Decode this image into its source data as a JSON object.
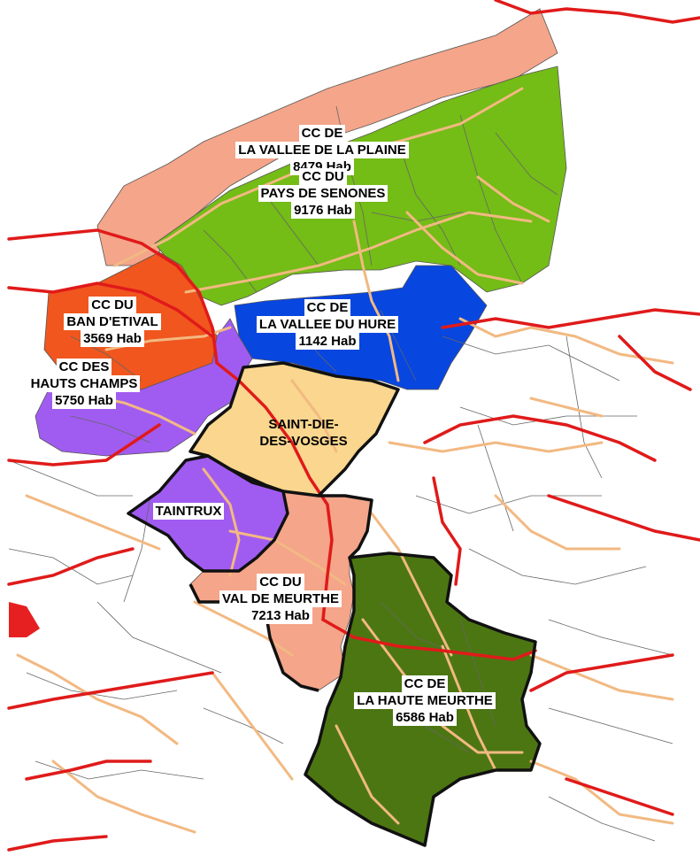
{
  "colors": {
    "plaine": "#f4a58a",
    "senones": "#74bc16",
    "etival": "#f0561e",
    "hure": "#0846e0",
    "hauts_champs": "#a05cf0",
    "saint_die": "#fad68e",
    "taintrux": "#a05cf0",
    "val_meurthe": "#f4a58a",
    "haute_meurthe": "#4c7612",
    "road_major": "#e01a1a",
    "road_minor": "#f2b982",
    "boundary": "#111111",
    "commune_line": "#666666"
  },
  "labels": {
    "plaine": {
      "line1": "CC DE",
      "line2": "LA VALLEE DE LA PLAINE",
      "line3": "8479 Hab"
    },
    "senones": {
      "line1": "CC DU",
      "line2": "PAYS DE SENONES",
      "line3": "9176 Hab"
    },
    "etival": {
      "line1": "CC DU",
      "line2": "BAN D'ETIVAL",
      "line3": "3569 Hab"
    },
    "hure": {
      "line1": "CC DE",
      "line2": "LA VALLEE DU HURE",
      "line3": "1142 Hab"
    },
    "hauts_champs": {
      "line1": "CC DES",
      "line2": "HAUTS CHAMPS",
      "line3": "5750 Hab"
    },
    "saint_die": {
      "line1": "SAINT-DIE-",
      "line2": "DES-VOSGES"
    },
    "taintrux": {
      "line1": "TAINTRUX"
    },
    "val_meurthe": {
      "line1": "CC DU",
      "line2": "VAL DE MEURTHE",
      "line3": "7213 Hab"
    },
    "haute_meurthe": {
      "line1": "CC DE",
      "line2": "LA HAUTE MEURTHE",
      "line3": "6586 Hab"
    }
  }
}
